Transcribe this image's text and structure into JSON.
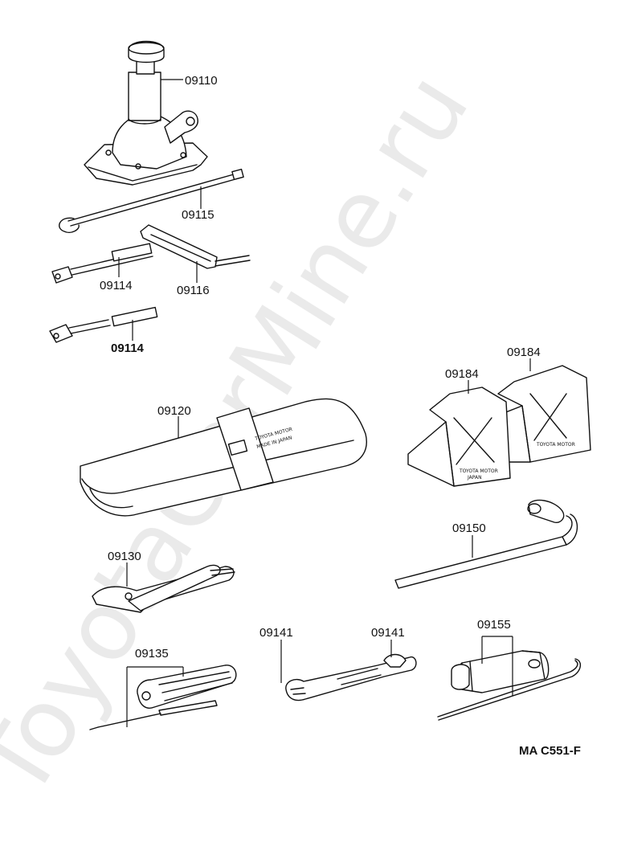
{
  "watermark": "ToyotaCarMine.ru",
  "diagram_code": "MA C551-F",
  "parts": [
    {
      "id": "jack",
      "number": "09110"
    },
    {
      "id": "jack-handle",
      "number": "09115"
    },
    {
      "id": "extension-bar-a",
      "number": "09114"
    },
    {
      "id": "ratchet-handle",
      "number": "09116"
    },
    {
      "id": "extension-bar-b",
      "number": "09114"
    },
    {
      "id": "tool-bag",
      "number": "09120"
    },
    {
      "id": "wheel-chock-left",
      "number": "09184"
    },
    {
      "id": "wheel-chock-right",
      "number": "09184"
    },
    {
      "id": "wheel-nut-wrench",
      "number": "09150"
    },
    {
      "id": "pliers",
      "number": "09130"
    },
    {
      "id": "screwdriver",
      "number": "09135"
    },
    {
      "id": "open-wrench-a",
      "number": "09141"
    },
    {
      "id": "open-wrench-b",
      "number": "09141"
    },
    {
      "id": "spark-plug-wrench",
      "number": "09155"
    }
  ],
  "bag_print": [
    "TOYOTA MOTOR",
    "MADE IN JAPAN"
  ],
  "chock_print": [
    "TOYOTA MOTOR",
    "JAPAN"
  ]
}
